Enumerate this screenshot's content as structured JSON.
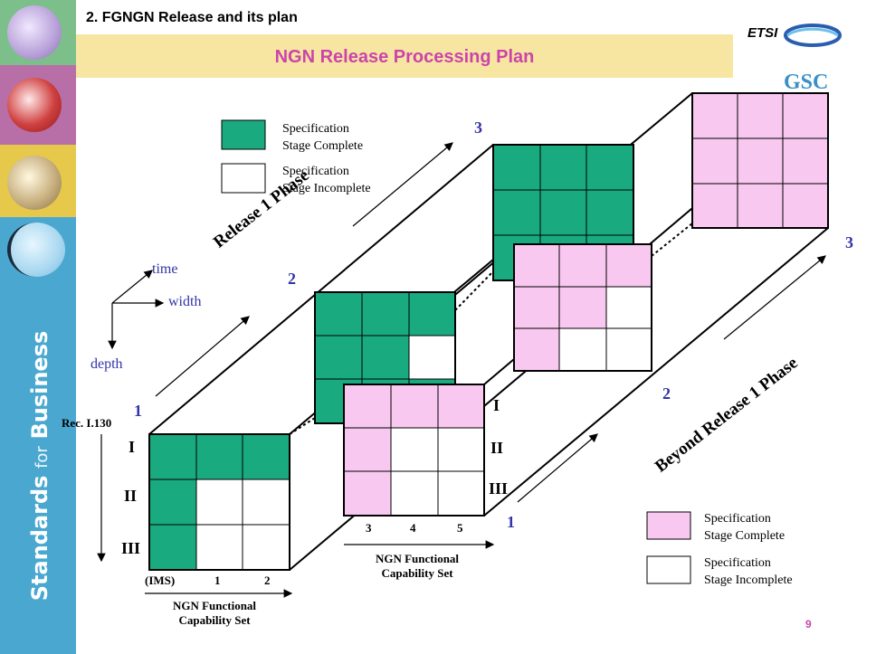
{
  "header": {
    "title": "2. FGNGN Release and its plan"
  },
  "banner": {
    "title": "NGN Release Processing Plan"
  },
  "logos": {
    "etsi": "ETSI",
    "gsc": "GSC"
  },
  "sidebar": {
    "tagline_pre": "Standards",
    "tagline_for": "for",
    "tagline_post": "Business"
  },
  "legend_top": {
    "complete": [
      "Specification",
      "Stage Complete"
    ],
    "incomplete": [
      "Specification",
      "Stage Incomplete"
    ]
  },
  "legend_bottom": {
    "complete": [
      "Specification",
      "Stage Complete"
    ],
    "incomplete": [
      "Specification",
      "Stage Incomplete"
    ]
  },
  "axes": {
    "time": "time",
    "width": "width",
    "depth": "depth"
  },
  "rows": {
    "ref": "Rec. I.130",
    "labels": [
      "I",
      "II",
      "III"
    ]
  },
  "release1": {
    "phase": "Release 1 Phase",
    "time_points": [
      "1",
      "2",
      "3"
    ],
    "columns": [
      "(IMS)",
      "1",
      "2"
    ],
    "axis_label": [
      "NGN Functional",
      "Capability Set"
    ]
  },
  "beyond": {
    "phase": "Beyond Release 1 Phase",
    "time_points": [
      "1",
      "2",
      "3"
    ],
    "columns": [
      "3",
      "4",
      "5"
    ],
    "axis_label": [
      "NGN Functional",
      "Capability Set"
    ]
  },
  "page_number": "9",
  "colors": {
    "complete_r1": "#1aaa80",
    "complete_beyond": "#f8c8f0",
    "banner": "#f7e6a2",
    "accent": "#cc44aa",
    "sidebar": "#4aa8d0",
    "numeral": "#3333aa"
  }
}
